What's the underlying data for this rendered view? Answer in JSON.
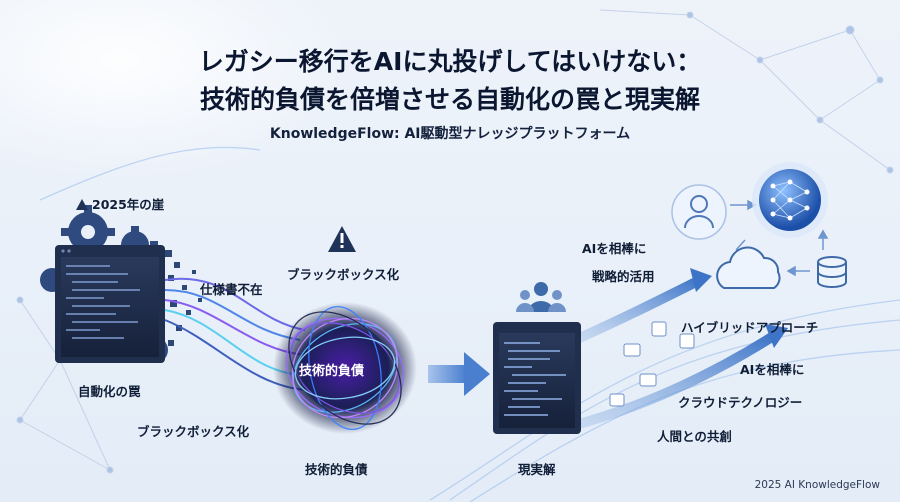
{
  "title": {
    "line1": "レガシー移行をAIに丸投げしてはいけない：",
    "line2": "技術的負債を倍増させる自動化の罠と現実解"
  },
  "subtitle": "KnowledgeFlow: AI駆動型ナレッジプラットフォーム",
  "left": {
    "cliff": "2025年の崖",
    "trap": "自動化の罠",
    "blackbox_bottom": "ブラックボックス化",
    "no_spec": "仕様書不在",
    "blackbox_top": "ブラックボックス化",
    "debt_center": "技術的負債",
    "debt_bottom": "技術的負債"
  },
  "right": {
    "ai_partner_top": "AIを相棒に",
    "strategic": "戦略的活用",
    "hybrid": "ハイブリッドアプローチ",
    "ai_partner_mid": "AIを相棒に",
    "cloud": "クラウドテクノロジー",
    "cocreate": "人間との共創",
    "solution": "現実解"
  },
  "footer": "2025 AI KnowledgeFlow",
  "icons": {
    "warning": "warning-triangle-icon",
    "gear": "gear-icon",
    "user": "user-icon",
    "neural": "neural-network-icon",
    "cloud": "cloud-icon",
    "database": "database-icon",
    "team": "team-icon"
  },
  "colors": {
    "title": "#0b1730",
    "accent": "#3b74c9",
    "legacy_dark": "#1f2f4d",
    "tangle_purple": "#7b3fe0"
  }
}
